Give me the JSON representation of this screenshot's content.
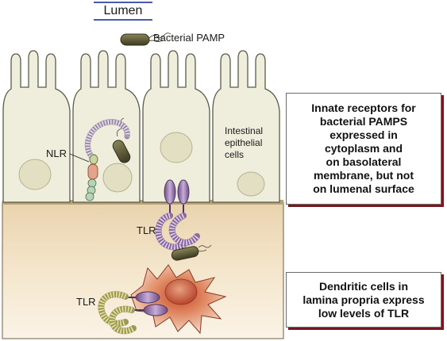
{
  "header": {
    "lumen": "Lumen"
  },
  "labels": {
    "bacterial_pamp": "Bacterial PAMP",
    "nlr": "NLR",
    "intestinal_cells": "Intestinal\nepithelial\ncells",
    "tlr_upper": "TLR",
    "tlr_lower": "TLR"
  },
  "callouts": {
    "innate_receptors": "Innate receptors for\nbacterial PAMPS\nexpressed in\ncytoplasm and\non basolateral\nmembrane, but not\non lumenal surface",
    "dendritic_cells": "Dendritic cells in\nlamina propria express\nlow levels of TLR"
  },
  "colors": {
    "cell_fill": "#efeedd",
    "cell_stroke": "#5c5a48",
    "nucleus": "#e4e0c3",
    "lamina": "#f3e1c2",
    "bacterium": "#4c4a2c",
    "callout_shadow": "#7a1620",
    "nlr_coil": "#a895b5",
    "tlr_purple": "#8a6aa0",
    "tlr_yellow": "#e5dd91",
    "dendritic": "#d8673f"
  }
}
